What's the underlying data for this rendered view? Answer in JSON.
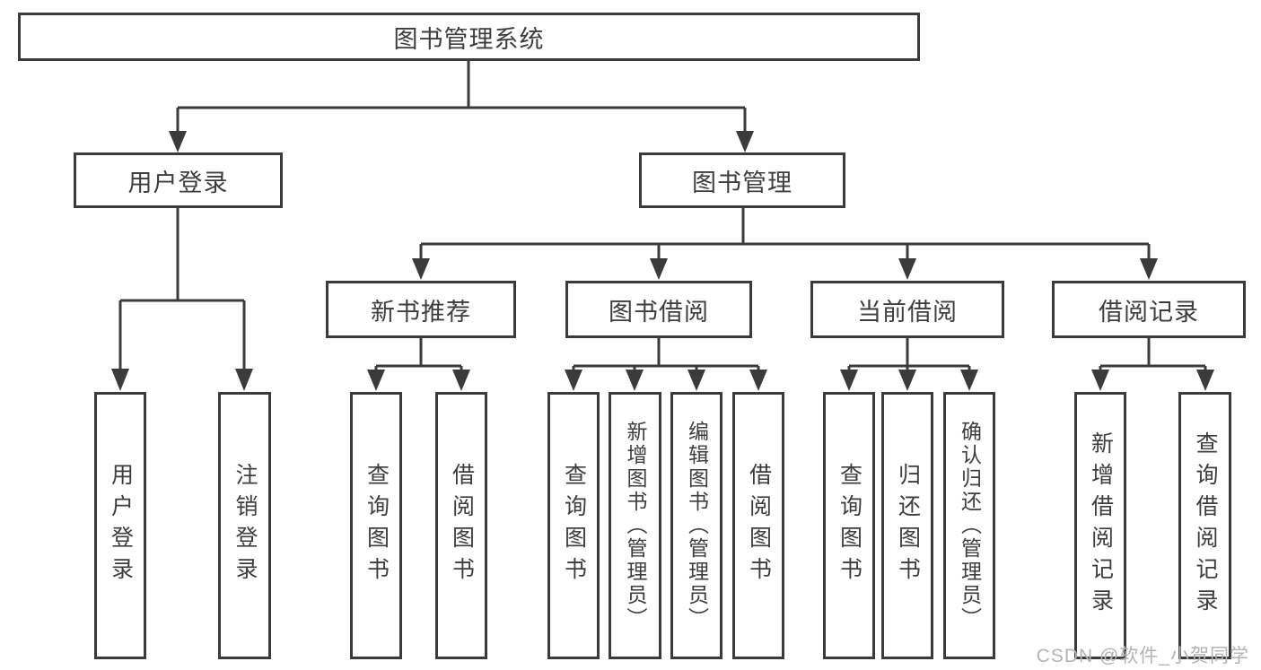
{
  "colors": {
    "line": "#3b3b3b",
    "text": "#3d3d3d",
    "background": "#ffffff",
    "watermark": "#b3b3b3"
  },
  "watermark": {
    "text": "CSDN @软件_小贺同学"
  },
  "tree": {
    "label": "图书管理系统",
    "children": [
      {
        "label": "用户登录",
        "children": [
          {
            "label": "用户登录"
          },
          {
            "label": "注销登录"
          }
        ]
      },
      {
        "label": "图书管理",
        "children": [
          {
            "label": "新书推荐",
            "children": [
              {
                "label": "查询图书"
              },
              {
                "label": "借阅图书"
              }
            ]
          },
          {
            "label": "图书借阅",
            "children": [
              {
                "label": "查询图书"
              },
              {
                "label": "新增图书（管理员）"
              },
              {
                "label": "编辑图书（管理员）"
              },
              {
                "label": "借阅图书"
              }
            ]
          },
          {
            "label": "当前借阅",
            "children": [
              {
                "label": "查询图书"
              },
              {
                "label": "归还图书"
              },
              {
                "label": "确认归还（管理员）"
              }
            ]
          },
          {
            "label": "借阅记录",
            "children": [
              {
                "label": "新增借阅记录"
              },
              {
                "label": "查询借阅记录"
              }
            ]
          }
        ]
      }
    ]
  }
}
